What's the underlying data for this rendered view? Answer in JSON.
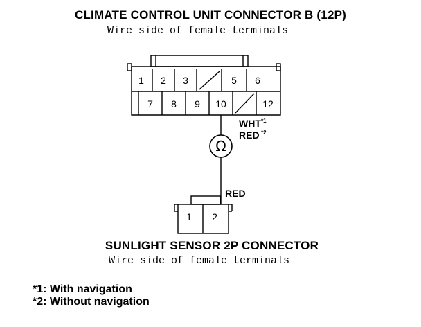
{
  "connector_b": {
    "title": "CLIMATE CONTROL UNIT CONNECTOR B (12P)",
    "subtitle": "Wire side of female terminals",
    "top_row": [
      "1",
      "2",
      "3",
      "",
      "5",
      "6"
    ],
    "bottom_row": [
      "",
      "7",
      "8",
      "9",
      "10",
      "",
      "12"
    ]
  },
  "wire_top": {
    "color1": "WHT",
    "note1": "*1",
    "color2": "RED",
    "note2": "*2"
  },
  "meter": {
    "symbol": "Ω",
    "icon": "ohmmeter-icon"
  },
  "wire_bottom": {
    "color": "RED"
  },
  "sensor": {
    "title": "SUNLIGHT SENSOR 2P CONNECTOR",
    "subtitle": "Wire side of female terminals",
    "pins": [
      "1",
      "2"
    ]
  },
  "notes": [
    "*1: With navigation",
    "*2: Without navigation"
  ]
}
